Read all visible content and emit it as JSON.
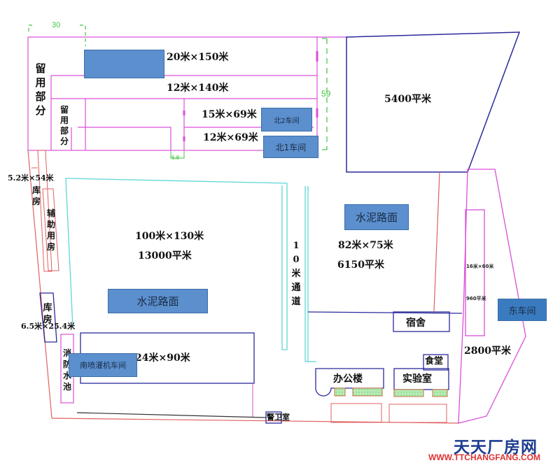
{
  "diagram": {
    "type": "site-plan",
    "colors": {
      "magenta_line": "#d94fd9",
      "navy_line": "#2a2a9a",
      "red_line": "#e06060",
      "cyan_line": "#5fd6d6",
      "green_dim": "#41c341",
      "blue_block": "#5b8fce",
      "hatch_green": "#9fe09f"
    },
    "dimensions": {
      "top_width": "30",
      "right_height": "59",
      "gap_width": "6.8"
    },
    "north_area": {
      "reserved_outer": "留用部分",
      "reserved_inner": "留用部分",
      "strip1": "20米×150米",
      "strip2": "12米×140米",
      "strip3": "15米×69米",
      "strip4": "12米×69米",
      "north2_workshop": "北2车间",
      "north1_workshop": "北1车间"
    },
    "northeast_area": {
      "area": "5400平米"
    },
    "west_side": {
      "warehouse1_dim": "5.2米×54米",
      "warehouse1": "库房",
      "auxiliary": "辅助用房",
      "warehouse2": "库房",
      "warehouse2_dim": "6.5米×25.4米",
      "water_pool": "消防水池"
    },
    "central_area": {
      "dim": "100米×130米",
      "area": "13000平米",
      "surface": "水泥路面",
      "south_building_dim": "24米×90米",
      "south_workshop": "南喷灌机车间"
    },
    "passage": {
      "label": "10米通道"
    },
    "east_central": {
      "surface": "水泥路面",
      "dim": "82米×75米",
      "area": "6150平米",
      "dormitory": "宿舍",
      "canteen": "食堂",
      "office": "办公楼",
      "lab": "实验室",
      "guard": "警卫室"
    },
    "east_strip": {
      "inner_dim": "16米×60米",
      "inner_area": "960平米",
      "area": "2800平米",
      "east_workshop": "东车间"
    }
  },
  "watermark": {
    "site_name": "天天厂房网",
    "url": "WWW.TTCHANGFANG.COM"
  }
}
